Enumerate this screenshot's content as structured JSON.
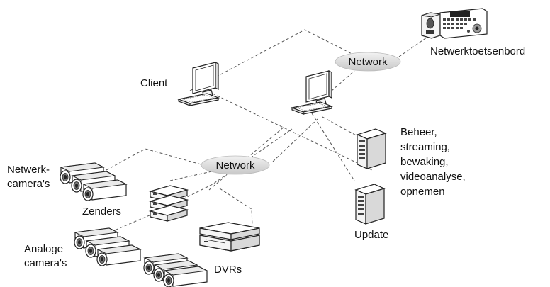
{
  "labels": {
    "network_top": "Network",
    "network_mid": "Network",
    "network_keyboard": "Netwerktoetsenbord",
    "client": "Client",
    "management": [
      "Beheer,",
      "streaming,",
      "bewaking,",
      "videoanalyse,",
      "opnemen"
    ],
    "network_cameras": [
      "Netwerk-",
      "camera's"
    ],
    "encoders": "Zenders",
    "analog_cameras": [
      "Analoge",
      "camera's"
    ],
    "dvrs": "DVRs",
    "update": "Update"
  },
  "colors": {
    "network_cloud": "#dcdcdc",
    "line": "#555555"
  },
  "icons": [
    "keyboard-icon",
    "monitor-icon",
    "server-icon",
    "camera-icon",
    "encoder-icon",
    "dvr-icon"
  ]
}
